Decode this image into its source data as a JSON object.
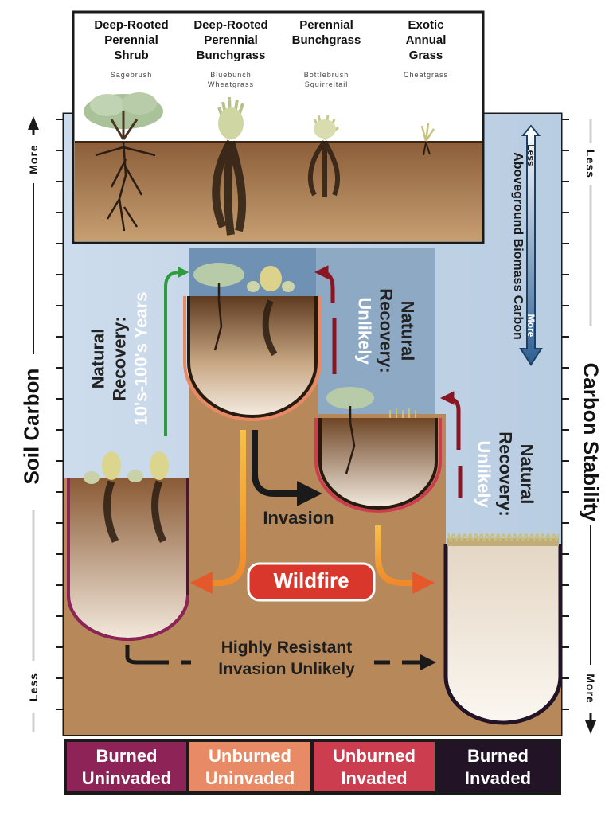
{
  "plants": [
    {
      "title": "Deep-Rooted Perennial Shrub",
      "lines": [
        "Deep-Rooted",
        "Perennial",
        "Shrub"
      ],
      "example": "Sagebrush",
      "example_lines": [
        "Sagebrush"
      ]
    },
    {
      "title": "Deep-Rooted Perennial Bunchgrass",
      "lines": [
        "Deep-Rooted",
        "Perennial",
        "Bunchgrass"
      ],
      "example": "Bluebunch Wheatgrass",
      "example_lines": [
        "Bluebunch",
        "Wheatgrass"
      ]
    },
    {
      "title": "Perennial Bunchgrass",
      "lines": [
        "Perennial",
        "Bunchgrass"
      ],
      "example": "Bottlebrush Squirreltail",
      "example_lines": [
        "Bottlebrush",
        "Squirreltail"
      ]
    },
    {
      "title": "Exotic Annual Grass",
      "lines": [
        "Exotic",
        "Annual",
        "Grass"
      ],
      "example": "Cheatgrass",
      "example_lines": [
        "Cheatgrass"
      ]
    }
  ],
  "axes": {
    "left": {
      "title": "Soil Carbon",
      "top": "More",
      "bottom": "Less"
    },
    "right": {
      "title": "Carbon Stability",
      "top": "Less",
      "bottom": "More"
    },
    "biomass": {
      "title": "Aboveground Biomass Carbon",
      "top": "Less",
      "bottom": "More"
    }
  },
  "transitions": {
    "recovery_decades": {
      "lines": [
        "Natural",
        "Recovery:",
        "10's-100's Years"
      ]
    },
    "recovery_unlikely_1": {
      "lines": [
        "Natural",
        "Recovery:",
        "Unlikely"
      ]
    },
    "recovery_unlikely_2": {
      "lines": [
        "Natural",
        "Recovery:",
        "Unlikely"
      ]
    },
    "invasion": "Invasion",
    "wildfire": "Wildfire",
    "resistant": {
      "lines": [
        "Highly Resistant",
        "Invasion Unlikely"
      ]
    }
  },
  "states": [
    {
      "label": "Burned Uninvaded",
      "lines": [
        "Burned",
        "Uninvaded"
      ],
      "color": "#8e2357"
    },
    {
      "label": "Unburned Uninvaded",
      "lines": [
        "Unburned",
        "Uninvaded"
      ],
      "color": "#e98a66"
    },
    {
      "label": "Unburned Invaded",
      "lines": [
        "Unburned",
        "Invaded"
      ],
      "color": "#cc3d4f"
    },
    {
      "label": "Burned Invaded",
      "lines": [
        "Burned",
        "Invaded"
      ],
      "color": "#231326"
    }
  ],
  "colors": {
    "sky": "#c9d9e8",
    "soil_background": "#b6885a",
    "sky_dark": "#7f9fbe",
    "wildfire_badge": "#d9362c",
    "recovery_arrow_green": "#2e9b3c",
    "recovery_arrow_red": "#8b1522",
    "invasion_arrow": "#1a1a1a",
    "wildfire_arrow": "#f2a33a"
  }
}
